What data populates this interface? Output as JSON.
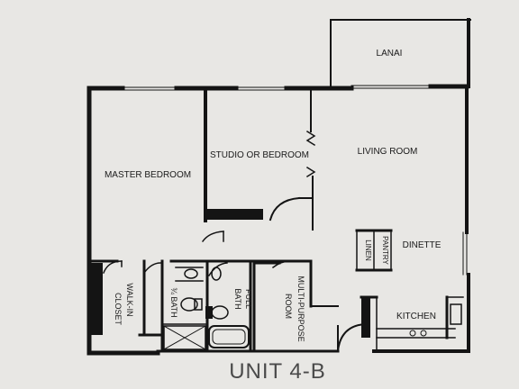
{
  "unit": {
    "title": "UNIT 4-B"
  },
  "rooms": {
    "lanai": "LANAI",
    "master_bedroom": "MASTER BEDROOM",
    "studio": "STUDIO OR BEDROOM",
    "living_room": "LIVING ROOM",
    "dinette": "DINETTE",
    "kitchen": "KITCHEN",
    "walk_in_closet_1": "WALK-IN",
    "walk_in_closet_2": "CLOSET",
    "three_quarter_bath": "¾ BATH",
    "full_bath_1": "FULL",
    "full_bath_2": "BATH",
    "multi_purpose_1": "MULTI-PURPOSE",
    "multi_purpose_2": "ROOM",
    "linen": "LINEN",
    "pantry": "PANTRY"
  },
  "colors": {
    "paper": "#e8e7e4",
    "ink": "#1a1a1a",
    "title": "#4a4a4a"
  }
}
